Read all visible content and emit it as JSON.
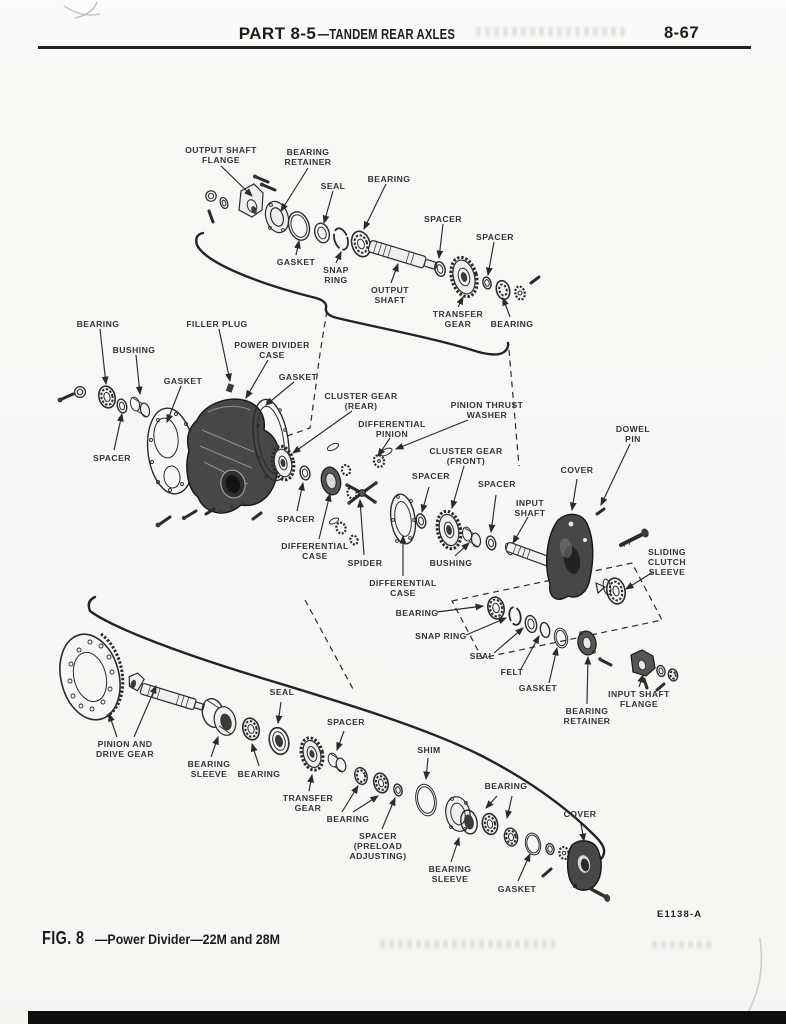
{
  "header": {
    "part_label": "PART 8-5",
    "part_title": "—TANDEM REAR AXLES",
    "page_number": "8-67"
  },
  "figure": {
    "caption_fig": "FIG. 8",
    "caption_rest": "—Power Divider—22M and 28M",
    "code": "E1138-A"
  },
  "diagram": {
    "labels": [
      {
        "text": "OUTPUT SHAFT\nFLANGE"
      },
      {
        "text": "BEARING\nRETAINER"
      },
      {
        "text": "SEAL"
      },
      {
        "text": "BEARING"
      },
      {
        "text": "GASKET"
      },
      {
        "text": "SNAP\nRING"
      },
      {
        "text": "OUTPUT\nSHAFT"
      },
      {
        "text": "SPACER"
      },
      {
        "text": "SPACER"
      },
      {
        "text": "TRANSFER\nGEAR"
      },
      {
        "text": "BEARING"
      },
      {
        "text": "BEARING"
      },
      {
        "text": "BUSHING"
      },
      {
        "text": "FILLER PLUG"
      },
      {
        "text": "POWER DIVIDER\nCASE"
      },
      {
        "text": "GASKET"
      },
      {
        "text": "GASKET"
      },
      {
        "text": "CLUSTER GEAR\n(REAR)"
      },
      {
        "text": "SPACER"
      },
      {
        "text": "DIFFERENTIAL\nPINION"
      },
      {
        "text": "PINION THRUST\nWASHER"
      },
      {
        "text": "CLUSTER GEAR\n(FRONT)"
      },
      {
        "text": "SPACER"
      },
      {
        "text": "SPACER"
      },
      {
        "text": "DOWEL\nPIN"
      },
      {
        "text": "COVER"
      },
      {
        "text": "INPUT\nSHAFT"
      },
      {
        "text": "SPACER"
      },
      {
        "text": "DIFFERENTIAL\nCASE"
      },
      {
        "text": "SPIDER"
      },
      {
        "text": "BUSHING"
      },
      {
        "text": "DIFFERENTIAL\nCASE"
      },
      {
        "text": "SLIDING\nCLUTCH\nSLEEVE"
      },
      {
        "text": "BEARING"
      },
      {
        "text": "SNAP RING"
      },
      {
        "text": "SEAL"
      },
      {
        "text": "FELT"
      },
      {
        "text": "GASKET"
      },
      {
        "text": "BEARING\nRETAINER"
      },
      {
        "text": "INPUT SHAFT\nFLANGE"
      },
      {
        "text": "PINION AND\nDRIVE GEAR"
      },
      {
        "text": "BEARING\nSLEEVE"
      },
      {
        "text": "BEARING"
      },
      {
        "text": "SEAL"
      },
      {
        "text": "TRANSFER\nGEAR"
      },
      {
        "text": "SPACER"
      },
      {
        "text": "BEARING"
      },
      {
        "text": "SPACER\n(PRELOAD\nADJUSTING)"
      },
      {
        "text": "SHIM"
      },
      {
        "text": "BEARING"
      },
      {
        "text": "BEARING\nSLEEVE"
      },
      {
        "text": "GASKET"
      },
      {
        "text": "COVER"
      }
    ]
  }
}
